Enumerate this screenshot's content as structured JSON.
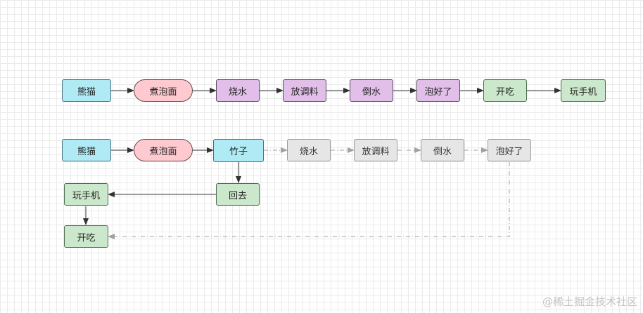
{
  "diagram": {
    "row1": {
      "panda": "熊猫",
      "cook_noodles": "煮泡面",
      "boil_water": "烧水",
      "add_seasoning": "放调料",
      "pour_water": "倒水",
      "noodles_ready": "泡好了",
      "start_eating": "开吃",
      "play_phone": "玩手机"
    },
    "row2": {
      "panda": "熊猫",
      "cook_noodles": "煮泡面",
      "bamboo": "竹子",
      "boil_water": "烧水",
      "add_seasoning": "放调料",
      "pour_water": "倒水",
      "noodles_ready": "泡好了",
      "go_back": "回去",
      "play_phone": "玩手机",
      "start_eating": "开吃"
    }
  },
  "watermark": "@稀土掘金技术社区",
  "colors": {
    "cyan": "#b0ebf5",
    "pink": "#ffc9d0",
    "purple": "#e1bfe8",
    "green": "#cce8cc",
    "gray": "#e6e6e6",
    "arrow": "#333333",
    "dashed_arrow": "#a0a0a0"
  }
}
